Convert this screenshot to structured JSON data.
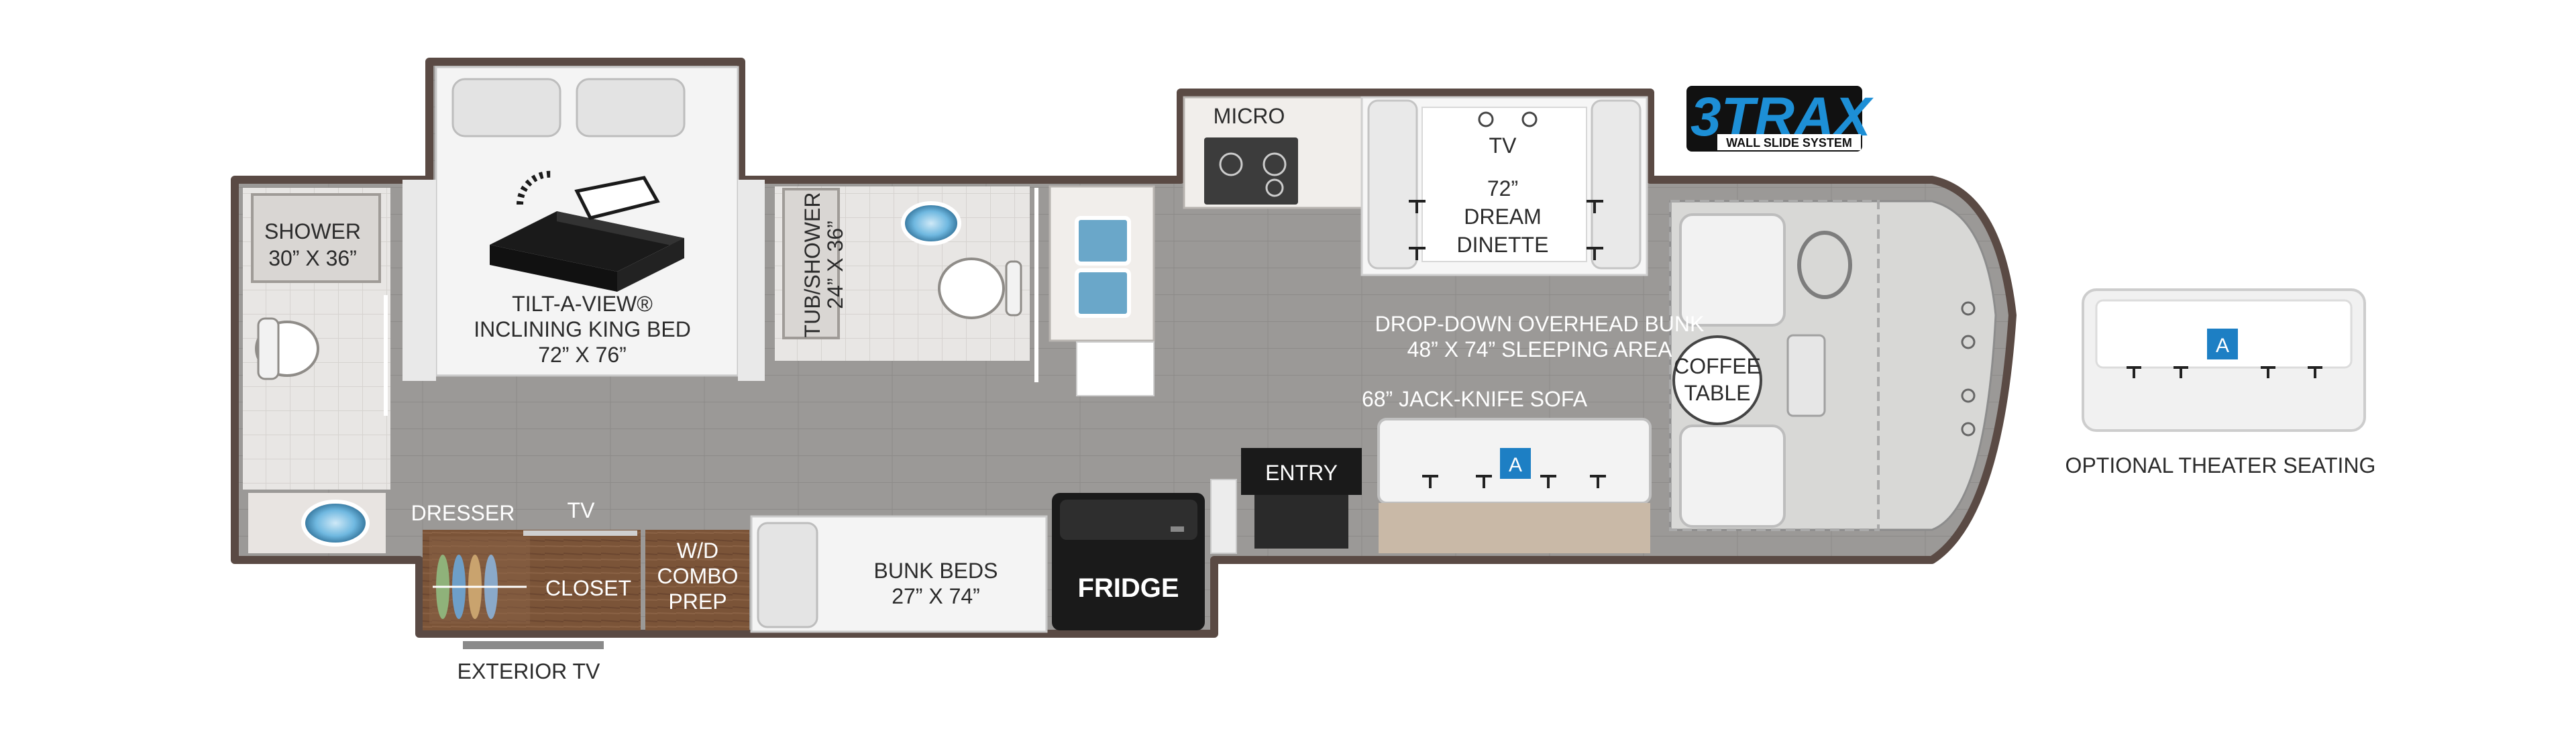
{
  "logo": {
    "text": "3TRAX",
    "subtext": "WALL SLIDE SYSTEM"
  },
  "rooms": {
    "shower": {
      "name": "SHOWER",
      "size": "30” X 36”"
    },
    "bed": {
      "line1": "TILT-A-VIEW®",
      "line2": "INCLINING KING BED",
      "size": "72” X 76”"
    },
    "tub": {
      "name": "TUB/SHOWER",
      "size": "24” X 36”"
    },
    "micro": "MICRO",
    "dinette": {
      "line1": "TV",
      "line2": "72”",
      "line3": "DREAM",
      "line4": "DINETTE"
    },
    "bunk_overhead": {
      "line1": "DROP-DOWN OVERHEAD BUNK",
      "line2": "48” X 74” SLEEPING AREA"
    },
    "sofa": "68” JACK-KNIFE SOFA",
    "coffee": {
      "line1": "COFFEE",
      "line2": "TABLE"
    },
    "entry": "ENTRY",
    "fridge": "FRIDGE",
    "bunk_beds": {
      "name": "BUNK BEDS",
      "size": "27” X 74”"
    },
    "wd": {
      "line1": "W/D",
      "line2": "COMBO",
      "line3": "PREP"
    },
    "closet": "CLOSET",
    "dresser": "DRESSER",
    "tv_bedroom": "TV",
    "exterior_tv": "EXTERIOR TV"
  },
  "badges": {
    "sofa": "A",
    "theater": "A"
  },
  "optional": {
    "label": "OPTIONAL THEATER SEATING"
  },
  "colors": {
    "wall": "#5a4a44",
    "floor": "#9a9896",
    "wood": "#7a5236",
    "accent_blue": "#1d7fc4",
    "fridge": "#1a1a1a"
  }
}
